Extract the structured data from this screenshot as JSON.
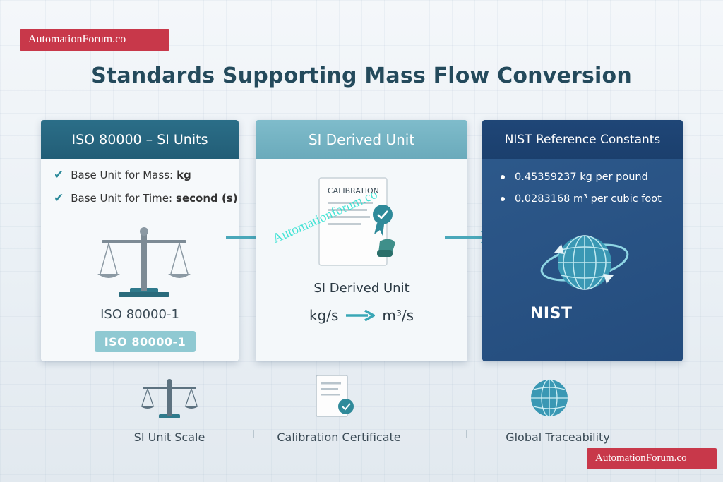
{
  "brand": {
    "top": "AutomationForum.co",
    "bottom": "AutomationForum.co"
  },
  "title": "Standards Supporting Mass Flow Conversion",
  "cards": [
    {
      "heading": "ISO 80000 – SI Units",
      "items": [
        {
          "label": "Base Unit for Mass:",
          "value": "kg"
        },
        {
          "label": "Base Unit for Time:",
          "value": "second (s)"
        }
      ],
      "caption": "ISO 80000-1",
      "badge": "ISO 80000-1"
    },
    {
      "heading": "SI Derived Unit",
      "certificate_title": "CALIBRATION",
      "caption": "SI Derived Unit",
      "from_unit": "kg/s",
      "to_unit": "m³/s"
    },
    {
      "heading": "NIST Reference Constants",
      "items": [
        "0.45359237 kg per pound",
        "0.0283168 m³ per cubic foot"
      ],
      "caption": "NIST"
    }
  ],
  "watermark": "Automationforum.co",
  "footer": [
    "SI Unit Scale",
    "Calibration Certificate",
    "Global Traceability"
  ],
  "colors": {
    "teal": "#2b6e88",
    "navy": "#244c7d",
    "brand_red": "#c8384a"
  },
  "icons": [
    "checkmark-icon",
    "balance-scale-icon",
    "certificate-icon",
    "globe-icon",
    "arrow-right-icon"
  ]
}
